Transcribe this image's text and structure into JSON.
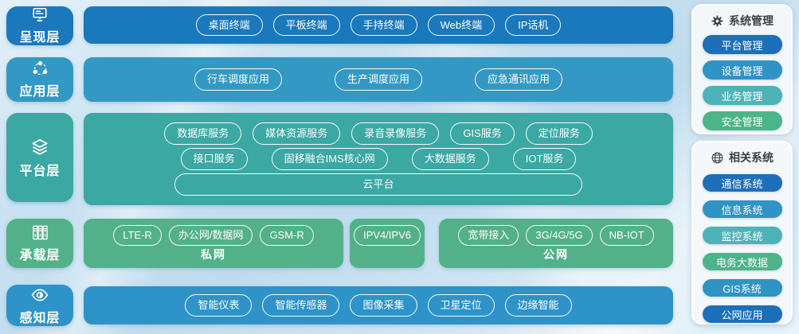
{
  "layers": [
    {
      "label": "呈现层",
      "icon": "monitor-icon",
      "color": "#1a78bc",
      "items": [
        "桌面终端",
        "平板终端",
        "手持终端",
        "Web终端",
        "IP话机"
      ]
    },
    {
      "label": "应用层",
      "icon": "share-nodes-icon",
      "color": "#3399c4",
      "items": [
        "行车调度应用",
        "生产调度应用",
        "应急通讯应用"
      ]
    },
    {
      "label": "平台层",
      "icon": "layers-icon",
      "color": "#3ba8a3",
      "rows": [
        [
          "数据库服务",
          "媒体资源服务",
          "录音录像服务",
          "GIS服务",
          "定位服务"
        ],
        [
          "接口服务",
          "固移融合IMS核心网",
          "大数据服务",
          "IOT服务"
        ],
        [
          "云平台"
        ]
      ]
    },
    {
      "label": "承载层",
      "icon": "server-racks-icon",
      "color": "#52b189",
      "groups": [
        {
          "label": "私网",
          "items": [
            "LTE-R",
            "办公网/数据网",
            "GSM-R"
          ]
        },
        {
          "label": "",
          "items": [
            "IPV4/IPV6"
          ]
        },
        {
          "label": "公网",
          "items": [
            "宽带接入",
            "3G/4G/5G",
            "NB-IOT"
          ]
        }
      ]
    },
    {
      "label": "感知层",
      "icon": "eye-icon",
      "color": "#2e93c9",
      "items": [
        "智能仪表",
        "智能传感器",
        "图像采集",
        "卫星定位",
        "边缘智能"
      ]
    }
  ],
  "side_panels": [
    {
      "title": "系统管理",
      "icon": "gear-icon",
      "items": [
        {
          "label": "平台管理",
          "color": "#1e6fb9"
        },
        {
          "label": "设备管理",
          "color": "#2f93c5"
        },
        {
          "label": "业务管理",
          "color": "#4db3b8"
        },
        {
          "label": "安全管理",
          "color": "#4cb489"
        }
      ]
    },
    {
      "title": "相关系统",
      "icon": "globe-icon",
      "items": [
        {
          "label": "通信系统",
          "color": "#1e6fb9"
        },
        {
          "label": "信息系统",
          "color": "#2f93c5"
        },
        {
          "label": "监控系统",
          "color": "#4db3b8"
        },
        {
          "label": "电务大数据",
          "color": "#4cb489"
        },
        {
          "label": "GIS系统",
          "color": "#2f93c5"
        },
        {
          "label": "公网应用",
          "color": "#1e6fb9"
        }
      ]
    }
  ]
}
